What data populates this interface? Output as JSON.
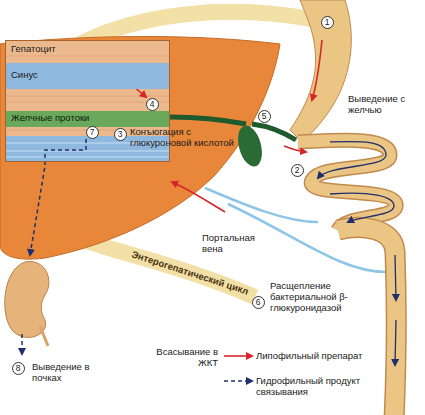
{
  "diagram": {
    "nodes": [
      {
        "text": [
          "Гепатоцит"
        ]
      },
      {
        "text": [
          "Синус"
        ],
        "in": 0
      },
      {
        "text": [
          "Желчные протоки"
        ],
        "in": 0
      }
    ],
    "labels": [
      "1",
      "Выведение с желчью",
      "4",
      "5",
      "7",
      "3",
      "Конъюгация с глюкуроновой кислотой",
      "2",
      "Портальная вена",
      "Энтерогепатический цикл",
      "6",
      "Расщепление бактериальной β-глюкуронидазой",
      "Всасывание в ЖКТ",
      "8",
      "Выведение в почках"
    ],
    "legend": [
      {
        "text": "Липофильный препарат"
      },
      {
        "text": "Гидрофильный продукт связывания"
      }
    ]
  }
}
